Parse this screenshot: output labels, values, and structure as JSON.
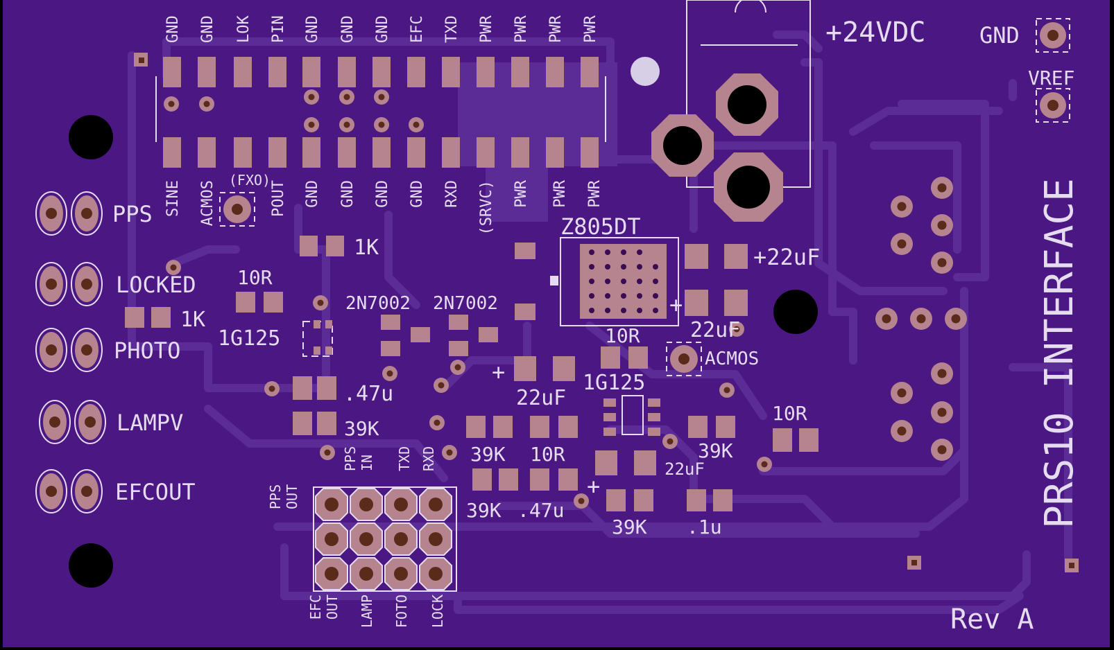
{
  "board": {
    "title": "PRS10 INTERFACE",
    "revision": "Rev A",
    "colors": {
      "soldermask": "#4b1782",
      "trace": "#5b2c95",
      "copper": "#b5848f",
      "silkscreen": "#e6dcf0",
      "hole": "#000000"
    }
  },
  "connector_top": {
    "pins_top": [
      "GND",
      "GND",
      "LOK",
      "PIN",
      "GND",
      "GND",
      "GND",
      "EFC",
      "TXD",
      "PWR",
      "PWR",
      "PWR",
      "PWR"
    ],
    "pins_bottom": [
      "SINE",
      "ACMOS",
      "POUT",
      "GND",
      "GND",
      "GND",
      "GND",
      "RXD",
      "(SRVC)",
      "PWR",
      "PWR",
      "PWR"
    ],
    "fxo_label": "(FXO)"
  },
  "power": {
    "supply_label": "+24VDC",
    "gnd_label": "GND",
    "vref_label": "VREF",
    "regulator_label": "Z805DT"
  },
  "jacks": [
    "PPS",
    "LOCKED",
    "PHOTO",
    "LAMPV",
    "EFCOUT"
  ],
  "header_labels": {
    "top": [
      "PPS OUT",
      "PPS IN",
      "TXD",
      "RXD"
    ],
    "bottom": [
      "EFC OUT",
      "LAMP",
      "FOTO",
      "LOCK"
    ]
  },
  "components": {
    "r1k_a": "1K",
    "r1k_b": "1K",
    "r10r_a": "10R",
    "r10r_b": "10R",
    "r10r_c": "10R",
    "r10r_d": "10R",
    "ic_1g125_a": "1G125",
    "ic_1g125_b": "1G125",
    "q_a": "2N7002",
    "q_b": "2N7002",
    "c_047_a": ".47u",
    "c_047_b": ".47u",
    "r39k_a": "39K",
    "r39k_b": "39K",
    "r39k_c": "39K",
    "r39k_d": "39K",
    "r39k_e": "39K",
    "c22_a": "+22uF",
    "c22_b": "22uF",
    "c22_c": "22uF",
    "c22_d": "22uF",
    "c01": ".1u",
    "acmos_tp": "ACMOS",
    "plus": "+"
  }
}
